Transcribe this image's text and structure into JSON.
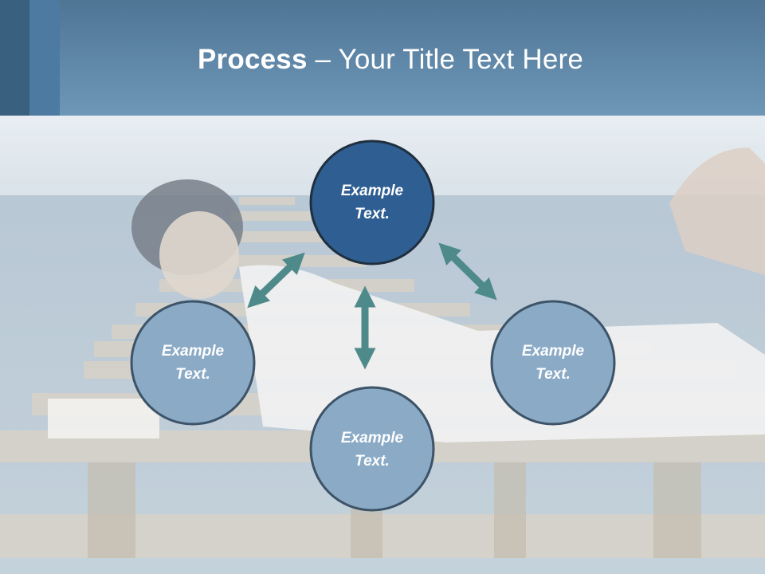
{
  "title": {
    "bold": "Process",
    "separator": " – ",
    "rest": "Your Title Text Here"
  },
  "nodes": [
    {
      "id": "top",
      "label_line1": "Example",
      "label_line2": "Text.",
      "fill": "#2f5f92",
      "stroke": "#1f2f3f"
    },
    {
      "id": "left",
      "label_line1": "Example",
      "label_line2": "Text.",
      "fill": "#8aaac6",
      "stroke": "#3d5368"
    },
    {
      "id": "right",
      "label_line1": "Example",
      "label_line2": "Text.",
      "fill": "#8aaac6",
      "stroke": "#3d5368"
    },
    {
      "id": "bottom",
      "label_line1": "Example",
      "label_line2": "Text.",
      "fill": "#8aaac6",
      "stroke": "#3d5368"
    }
  ],
  "arrow_color": "#4f8a8b",
  "colors": {
    "header_dark": "#3a6080",
    "header_light": "#6e97b7",
    "sea": "#9fb5c6",
    "sky": "#dbe4ea"
  }
}
